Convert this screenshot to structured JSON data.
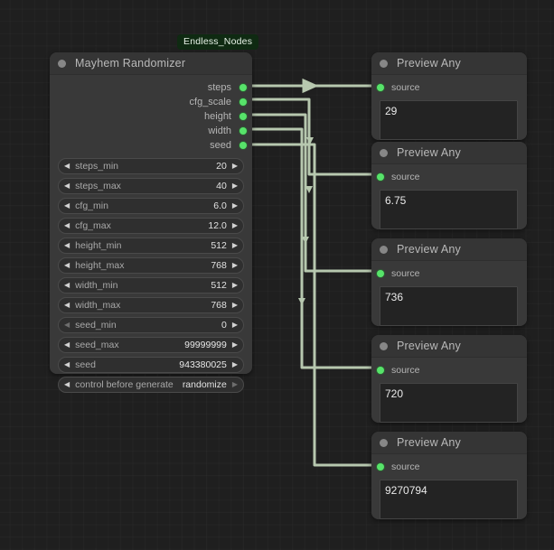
{
  "canvas": {
    "grid": true,
    "background_color": "#1f1f1f",
    "link_color": "#b7c8af",
    "port_color": "#57e36a"
  },
  "badge": {
    "label": "Endless_Nodes",
    "color": "#0f2a12"
  },
  "mayhem_node": {
    "title": "Mayhem Randomizer",
    "collapse_icon": "circle-icon",
    "outputs": [
      {
        "label": "steps"
      },
      {
        "label": "cfg_scale"
      },
      {
        "label": "height"
      },
      {
        "label": "width"
      },
      {
        "label": "seed"
      }
    ],
    "widgets": [
      {
        "name": "steps_min",
        "value": "20",
        "left_arrow": "◀",
        "right_arrow": "▶",
        "dim": false
      },
      {
        "name": "steps_max",
        "value": "40",
        "left_arrow": "◀",
        "right_arrow": "▶",
        "dim": false
      },
      {
        "name": "cfg_min",
        "value": "6.0",
        "left_arrow": "◀",
        "right_arrow": "▶",
        "dim": false
      },
      {
        "name": "cfg_max",
        "value": "12.0",
        "left_arrow": "◀",
        "right_arrow": "▶",
        "dim": false
      },
      {
        "name": "height_min",
        "value": "512",
        "left_arrow": "◀",
        "right_arrow": "▶",
        "dim": false
      },
      {
        "name": "height_max",
        "value": "768",
        "left_arrow": "◀",
        "right_arrow": "▶",
        "dim": false
      },
      {
        "name": "width_min",
        "value": "512",
        "left_arrow": "◀",
        "right_arrow": "▶",
        "dim": false
      },
      {
        "name": "width_max",
        "value": "768",
        "left_arrow": "◀",
        "right_arrow": "▶",
        "dim": false
      },
      {
        "name": "seed_min",
        "value": "0",
        "left_arrow": "◀",
        "right_arrow": "▶",
        "dim": true
      },
      {
        "name": "seed_max",
        "value": "99999999",
        "left_arrow": "◀",
        "right_arrow": "▶",
        "dim": false
      },
      {
        "name": "seed",
        "value": "943380025",
        "left_arrow": "◀",
        "right_arrow": "▶",
        "dim": false
      },
      {
        "name": "control before generate",
        "value": "randomize",
        "left_arrow": "◀",
        "right_arrow": "▶",
        "dim": true
      }
    ]
  },
  "preview_nodes": [
    {
      "title": "Preview Any",
      "input_label": "source",
      "value": "29"
    },
    {
      "title": "Preview Any",
      "input_label": "source",
      "value": "6.75"
    },
    {
      "title": "Preview Any",
      "input_label": "source",
      "value": "736"
    },
    {
      "title": "Preview Any",
      "input_label": "source",
      "value": "720"
    },
    {
      "title": "Preview Any",
      "input_label": "source",
      "value": "9270794"
    }
  ]
}
